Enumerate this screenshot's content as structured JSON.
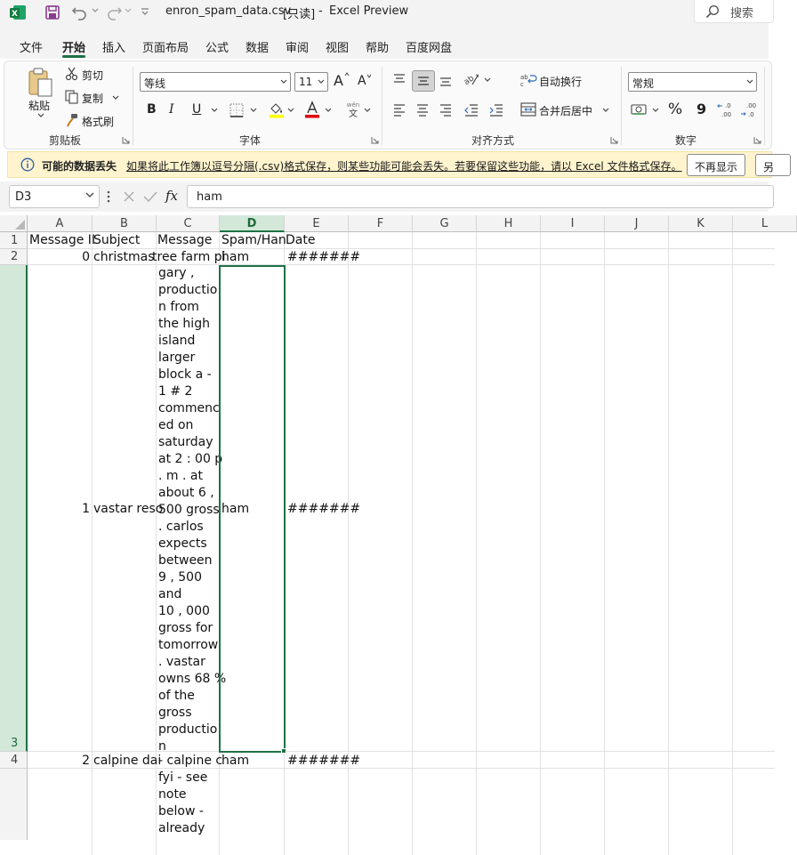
{
  "titlebar": {
    "filename": "enron_spam_data.csv",
    "readonly": "[只读]",
    "separator": "-",
    "app": "Excel Preview",
    "search_label": "搜索"
  },
  "menu": {
    "items": [
      "文件",
      "开始",
      "插入",
      "页面布局",
      "公式",
      "数据",
      "审阅",
      "视图",
      "帮助",
      "百度网盘"
    ]
  },
  "ribbon": {
    "clipboard": {
      "paste": "粘贴",
      "cut": "剪切",
      "copy": "复制",
      "format_painter": "格式刷",
      "label": "剪贴板"
    },
    "font": {
      "name": "等线",
      "size": "11",
      "bold": "B",
      "italic": "I",
      "underline": "U",
      "label": "字体",
      "grow": "A",
      "shrink": "A"
    },
    "alignment": {
      "wrap_text": "自动换行",
      "merge_center": "合并后居中",
      "label": "对齐方式"
    },
    "number": {
      "format": "常规",
      "percent": "%",
      "comma": "9",
      "label": "数字"
    },
    "accent_color": "#1e7145"
  },
  "infobar": {
    "title": "可能的数据丢失",
    "message": "如果将此工作簿以逗号分隔(.csv)格式保存，则某些功能可能会丢失。若要保留这些功能，请以 Excel 文件格式保存。",
    "dont_show": "不再显示",
    "save_as": "另"
  },
  "formula_bar": {
    "name_box": "D3",
    "fx_label": "fx",
    "value": "ham"
  },
  "grid": {
    "columns": [
      "A",
      "B",
      "C",
      "D",
      "E",
      "F",
      "G",
      "H",
      "I",
      "J",
      "K",
      "L"
    ],
    "rows": [
      "1",
      "2",
      "3",
      "4"
    ],
    "header_row": {
      "a": "Message II",
      "b": "Subject",
      "c": "Message",
      "d": "Spam/Han",
      "e": "Date"
    },
    "row2": {
      "a": "0",
      "b": "christmas",
      "c": "tree farm pi",
      "d": "ham",
      "e": "#######"
    },
    "row3": {
      "a": "1",
      "b": "vastar reso",
      "d": "ham",
      "e": "#######",
      "c_lines": [
        "gary ,",
        "productio",
        "n from",
        "the high",
        "island",
        "larger",
        "block a -",
        "1 # 2",
        "commenc",
        "ed on",
        "saturday",
        "at 2 : 00 p",
        ". m . at",
        "about 6 ,",
        "500 gross",
        ". carlos",
        "expects",
        "between",
        "9 , 500",
        "and",
        "10 , 000",
        "gross for",
        "tomorrow",
        ". vastar",
        "owns 68 %",
        "of the",
        "gross",
        "productio",
        "n"
      ]
    },
    "row4": {
      "a": "2",
      "b": "calpine dai",
      "d": "ham",
      "e": "#######",
      "c_lines": [
        "- calpine c",
        "fyi - see",
        "note",
        "below -",
        "already"
      ]
    }
  }
}
